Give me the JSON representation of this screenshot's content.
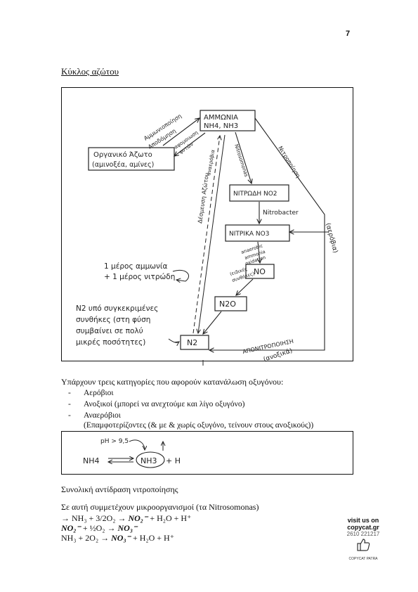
{
  "page_number": "7",
  "title": "Κύκλος αζώτου",
  "diagram": {
    "nodes": {
      "ammonia_1": "ΑΜΜΩΝΙΑ",
      "ammonia_2": "NH4, NH3",
      "organic_1": "Οργανικό Άζωτο",
      "organic_2": "(αμινοξέα, αμίνες)",
      "nitrite": "ΝΙΤΡΩΔΗ NO2",
      "nitrate": "ΝΙΤΡΙΚΑ NO3",
      "no": "NO",
      "n2o": "N2O",
      "n2": "N2"
    },
    "labels": {
      "ammonification_1": "Αμμωνιοποίηση",
      "ammonification_2": "Αποδόμηση",
      "assimilation_1": "αφομοιωση",
      "assimilation_2": "φυτών",
      "nitrosomonas": "Nitrosomonas",
      "nitrobacter": "Nitrobacter",
      "nitrification": "Νιτροποίηση",
      "aerobic": "(αερόβια)",
      "nitrogen_fixation": "Δέσμευση Αζώτου",
      "anammox": "αναερόβια",
      "anaerobic_1": "anaerobic",
      "anaerobic_2": "ammonia",
      "anaerobic_3": "oxidation",
      "specific_1": "(ειδικές",
      "specific_2": "συνθήκες)",
      "denitrification": "ΑΠΟΝΙΤΡΟΠΟΙΗΣΗ",
      "anoxic": "(ανοξικά)",
      "mix_1": "1 μέρος αμμωνία",
      "mix_2": "+ 1 μέρος νιτρώδη",
      "note_1": "N2 υπό συγκεκριμένες",
      "note_2": "συνθήκες (στη φύση",
      "note_3": "συμβαίνει σε πολύ",
      "note_4": "μικρές ποσότητες)"
    }
  },
  "types_intro": "Υπάρχουν τρεις κατηγορίες που αφορούν κατανάλωση οξυγόνου:",
  "types": [
    {
      "dash": "-",
      "text": "Αερόβιοι"
    },
    {
      "dash": "-",
      "text": "Ανοξικοί (μπορεί να ανεχτούμε και λίγο οξυγόνο)"
    },
    {
      "dash": "-",
      "text": "Αναερόβιοι"
    }
  ],
  "types_note": "(Επαμφοτερίζοντες (& με & χωρίς οξυγόνο, τείνουν στους ανοξικούς))",
  "reaction_box": {
    "ph": "pH > 9,5",
    "lhs": "NH4",
    "nh3": "NH3",
    "rhs": "+ H"
  },
  "overall_title": "Συνολική αντίδραση νιτροποίησης",
  "microorganisms": "Σε αυτή συμμετέχουν μικροοργανισμοί (τα Nitrosomonas)",
  "equations": [
    {
      "pre": "→ NH₃ + 3/2O₂ → ",
      "ion": "NO₂⁻",
      "post": " + H₂O + H⁺"
    },
    {
      "pre": "",
      "ion": "NO₂⁻",
      "post": " + ½O₂ → ",
      "ion2": "NO₃⁻"
    },
    {
      "pre": "NH₃ + 2O₂ → ",
      "ion": "NO₃⁻",
      "post": "  + H₂O + H⁺"
    }
  ],
  "ad": {
    "line1": "visit us on",
    "line2": "copycat.gr",
    "phone": "2610 221217",
    "brand": "COPYCAT PATRA"
  }
}
